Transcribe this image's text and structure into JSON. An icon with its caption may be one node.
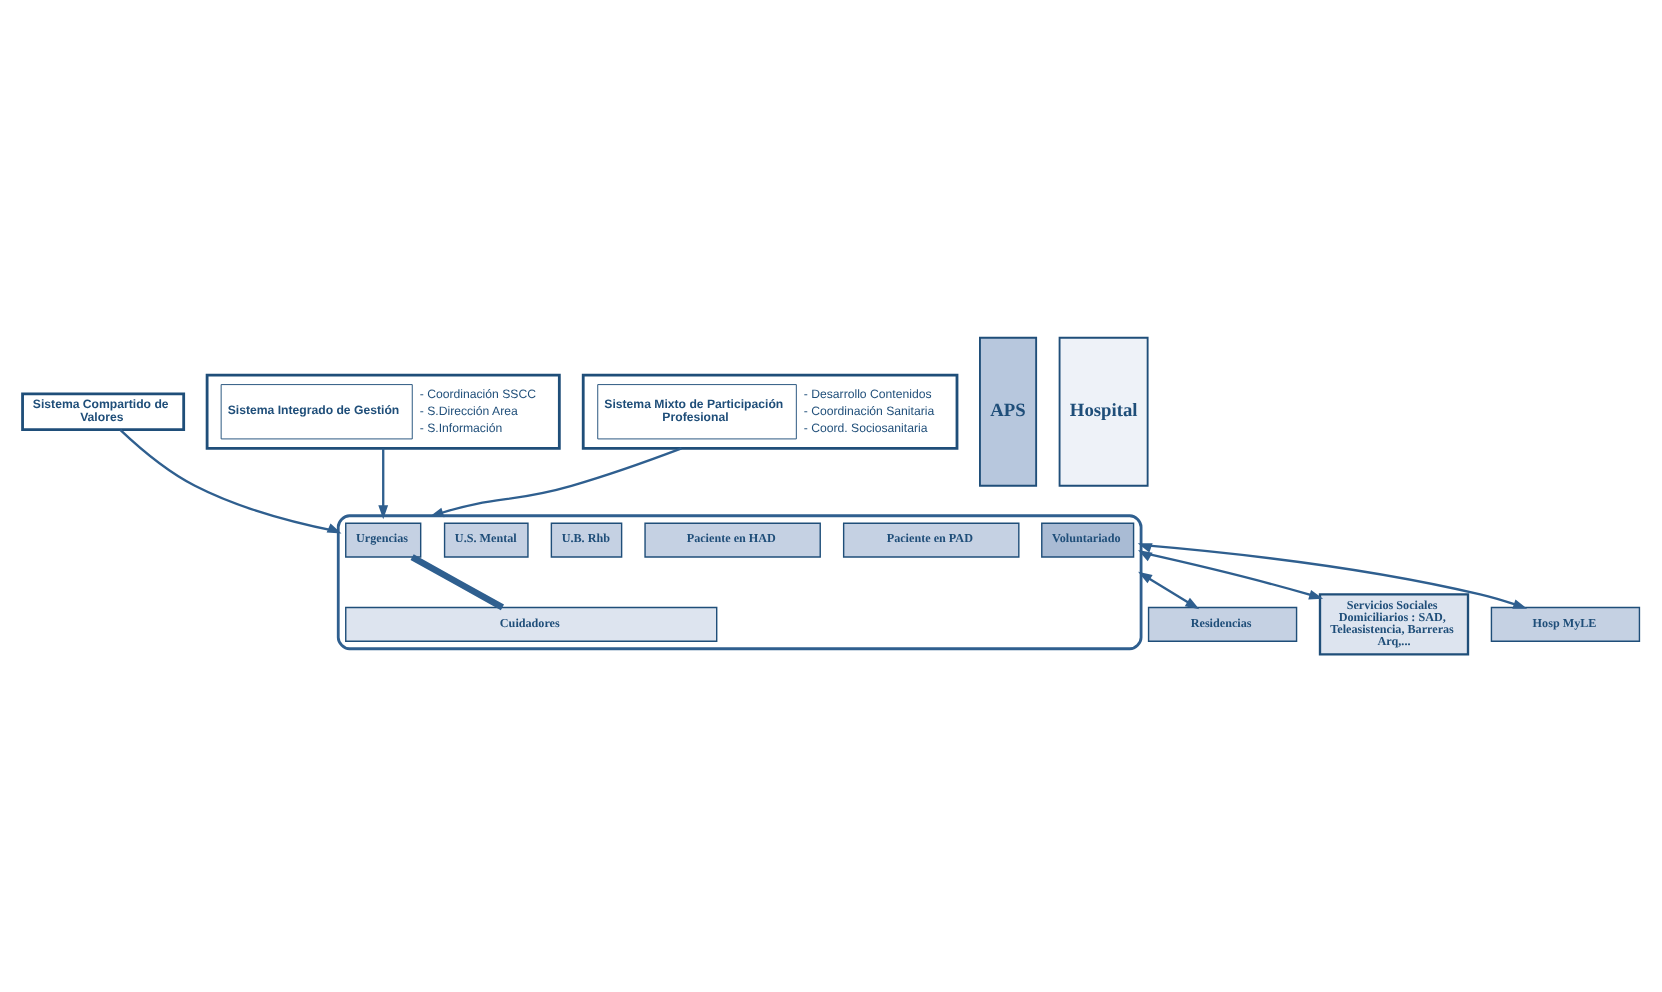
{
  "diagram": {
    "nodes": [
      {
        "text": [
          "Sistema Compartido de Valores"
        ]
      },
      {
        "text": [
          "Sistema Integrado de Gestión",
          "- Coordinación SSCC",
          "- S.Dirección Area",
          "- S.Información"
        ]
      },
      {
        "text": [
          "Sistema Mixto de Participación Profesional",
          "- Desarrollo Contenidos",
          "- Coordinación Sanitaria",
          "- Coord. Sociosanitaria"
        ]
      },
      {
        "text": [
          "APS"
        ]
      },
      {
        "text": [
          "Hospital"
        ]
      },
      {
        "text": [],
        "shape": "ellipse"
      },
      {
        "text": [
          "Urgencias"
        ],
        "in": 5
      },
      {
        "text": [
          "Paciente en PAD"
        ],
        "in": 5
      },
      {
        "text": [
          "Paciente en HAD"
        ],
        "in": 5
      },
      {
        "text": [
          "Cuidadores"
        ],
        "in": 5
      },
      {
        "text": [
          "U.B. Rhb"
        ],
        "in": 5
      },
      {
        "text": [
          "U.S. Mental"
        ],
        "in": 5
      },
      {
        "text": [
          "Voluntariado"
        ],
        "in": 5
      },
      {
        "text": [
          "Residencias"
        ]
      },
      {
        "text": [
          "Servicios Sociales Domiciliarios : SAD, Teleasistencia, Barreras Arq,..."
        ]
      },
      {
        "text": [
          "Hosp MyLE"
        ]
      }
    ],
    "edges": [
      {
        "from": 0,
        "to": 5,
        "arrow": "to"
      },
      {
        "from": 1,
        "to": 5,
        "arrow": "to"
      },
      {
        "from": 2,
        "to": 5,
        "arrow": "to"
      },
      {
        "from": 6,
        "to": 9,
        "arrow": "none",
        "style": "thick"
      },
      {
        "from": 5,
        "to": 13,
        "arrow": "both"
      },
      {
        "from": 5,
        "to": 14,
        "arrow": "both"
      },
      {
        "from": 5,
        "to": 15,
        "arrow": "both"
      }
    ]
  }
}
